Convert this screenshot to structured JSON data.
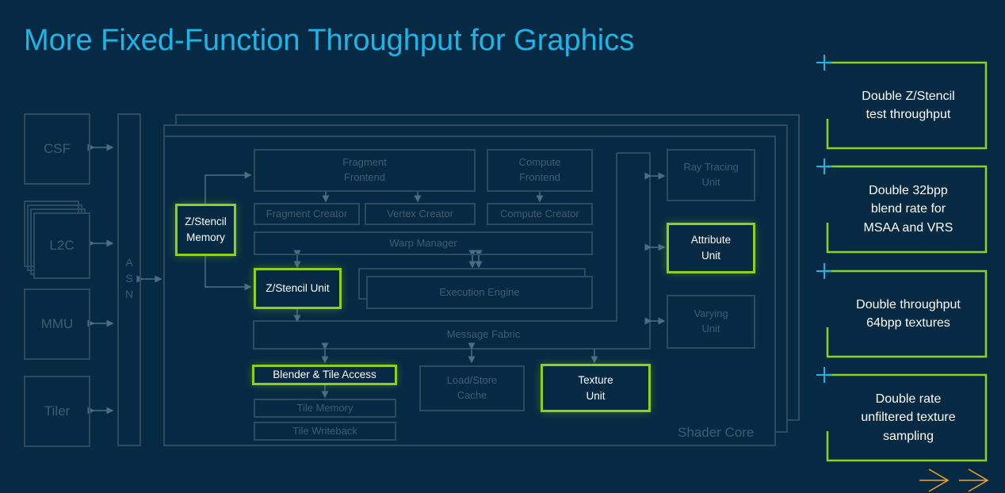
{
  "slide": {
    "title": "More Fixed-Function Throughput for Graphics"
  },
  "diagram": {
    "left_blocks": {
      "csf": "CSF",
      "l2c": "L2C",
      "mmu": "MMU",
      "tiler": "Tiler"
    },
    "asn": [
      "A",
      "S",
      "N"
    ],
    "shader_core_label": "Shader Core",
    "blocks": {
      "fragment_frontend": "Fragment\nFrontend",
      "compute_frontend": "Compute\nFrontend",
      "ray_tracing_unit": "Ray Tracing\nUnit",
      "fragment_creator": "Fragment Creator",
      "vertex_creator": "Vertex Creator",
      "compute_creator": "Compute Creator",
      "warp_manager": "Warp Manager",
      "execution_engine": "Execution Engine",
      "varying_unit": "Varying\nUnit",
      "message_fabric": "Message Fabric",
      "load_store_cache": "Load/Store\nCache",
      "tile_memory": "Tile Memory",
      "tile_writeback": "Tile Writeback"
    },
    "highlighted": {
      "zstencil_memory": "Z/Stencil\nMemory",
      "zstencil_unit": "Z/Stencil Unit",
      "attribute_unit": "Attribute\nUnit",
      "blender_tile_access": "Blender & Tile Access",
      "texture_unit": "Texture\nUnit"
    }
  },
  "callouts": [
    "Double Z/Stencil\ntest throughput",
    "Double 32bpp\nblend rate for\nMSAA and VRS",
    "Double throughput\n64bpp textures",
    "Double rate\nunfiltered texture\nsampling"
  ],
  "colors": {
    "background": "#062a44",
    "title": "#1fb4e5",
    "highlight_border": "#8fd11a",
    "muted_line": "#2d4b61",
    "muted_text": "#3d5d74",
    "accent_arrow_orange": "#f5a524",
    "accent_arrow_blue": "#1fb4e5"
  }
}
